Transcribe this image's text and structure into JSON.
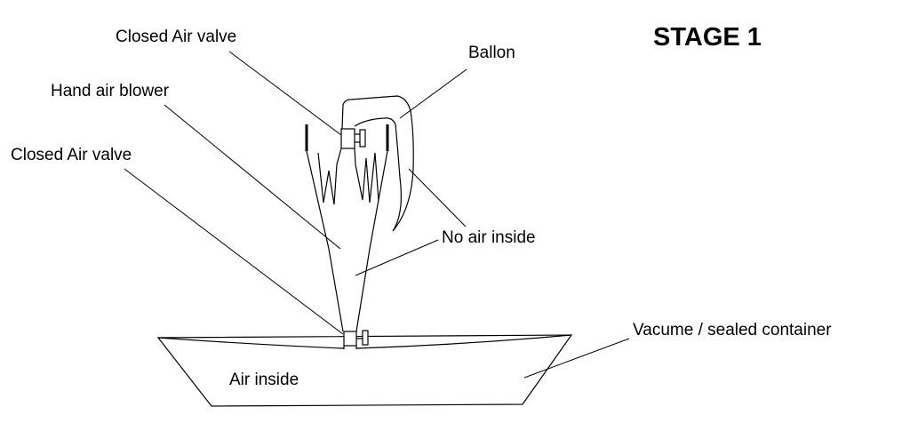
{
  "title": "STAGE 1",
  "labels": {
    "top_valve": "Closed Air valve",
    "balloon": "Ballon",
    "blower": "Hand air blower",
    "bottom_valve": "Closed Air valve",
    "no_air": "No air inside",
    "container": "Vacume / sealed container",
    "air_inside": "Air inside"
  }
}
